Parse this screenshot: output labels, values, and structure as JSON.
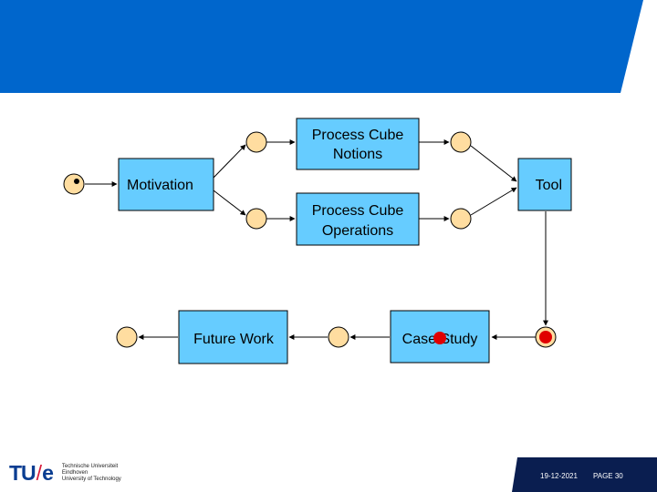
{
  "colors": {
    "header_blue": "#0066CC",
    "box_fill": "#66CCFF",
    "place_fill": "#FFDDA0",
    "token_red": "#E00000",
    "footer_navy": "#0A1E50",
    "logo_blue": "#0A3D91",
    "logo_red": "#D81B3A"
  },
  "diagram": {
    "boxes": {
      "motivation": "Motivation",
      "notions": [
        "Process Cube",
        "Notions"
      ],
      "operations": [
        "Process Cube",
        "Operations"
      ],
      "tool": "Tool",
      "case_study": "Case Study",
      "future_work": "Future Work"
    }
  },
  "logo": {
    "mark_left": "TU",
    "mark_right": "e",
    "lines": [
      "Technische Universiteit",
      "Eindhoven",
      "University of Technology"
    ]
  },
  "footer": {
    "date": "19-12-2021",
    "page": "PAGE 30"
  }
}
